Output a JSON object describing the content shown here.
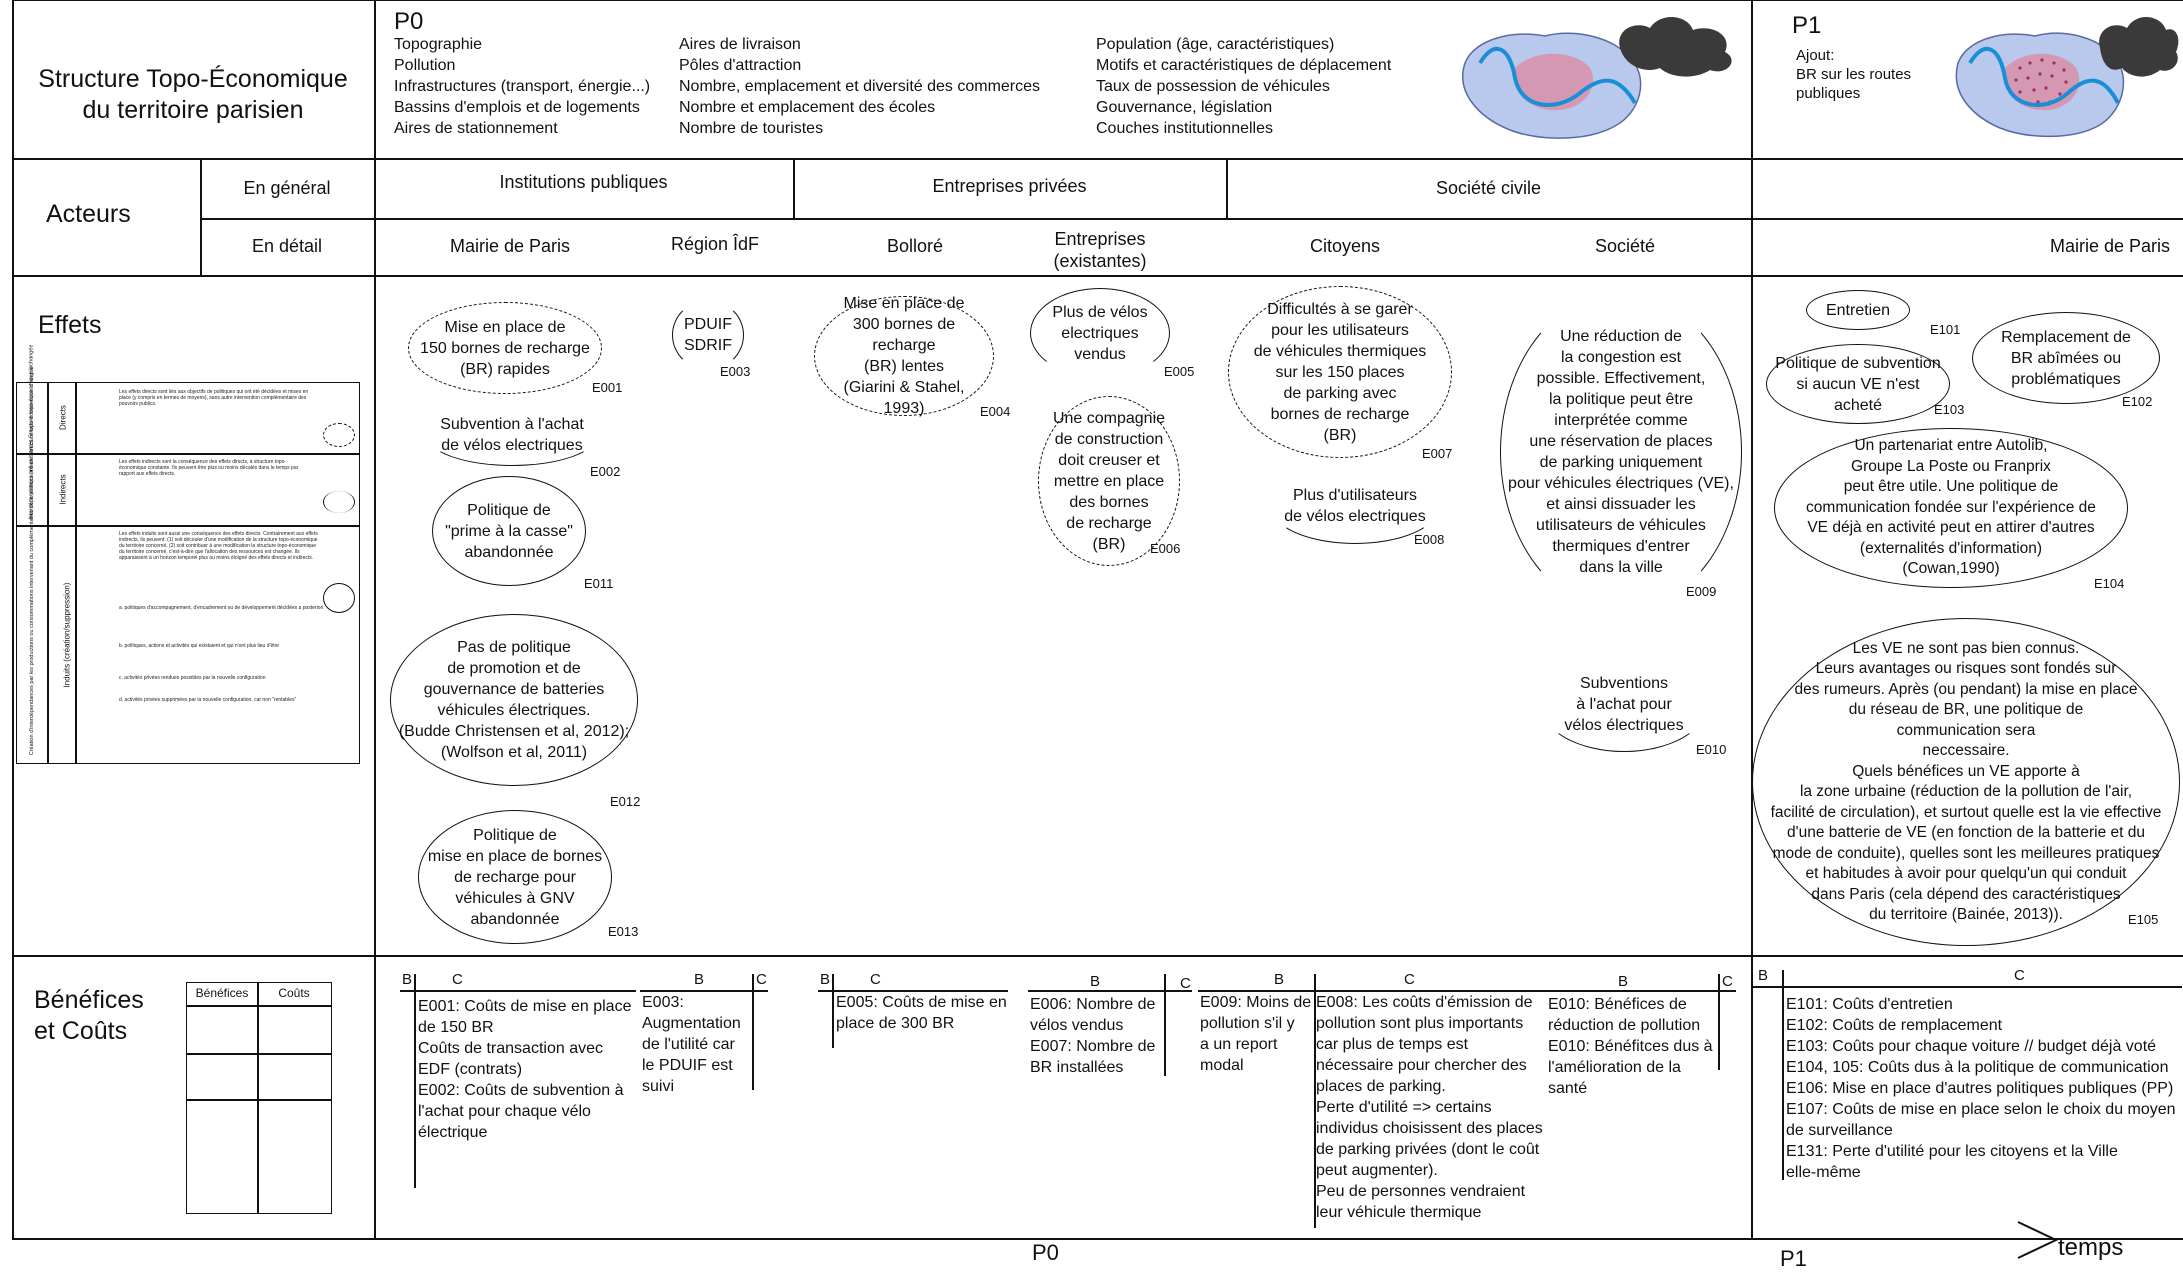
{
  "header": {
    "title_line1": "Structure Topo-Économique",
    "title_line2": "du territoire parisien",
    "p0": {
      "label": "P0",
      "col1": [
        "Topographie",
        "Pollution",
        "Infrastructures (transport, énergie...)",
        "Bassins d'emplois et de logements",
        "Aires de stationnement"
      ],
      "col2": [
        "Aires de livraison",
        "Pôles d'attraction",
        "Nombre, emplacement et diversité des commerces",
        "Nombre et emplacement des écoles",
        "Nombre de touristes"
      ],
      "col3": [
        "Population (âge, caractéristiques)",
        "Motifs et caractéristiques de déplacement",
        "Taux de possession de véhicules",
        "Gouvernance, législation",
        "Couches institutionnelles"
      ]
    },
    "p1": {
      "label": "P1",
      "lines": [
        "Ajout:",
        "BR sur les routes",
        "publiques"
      ]
    }
  },
  "acteurs": {
    "label": "Acteurs",
    "general_label": "En général",
    "detail_label": "En détail",
    "general": [
      "Institutions publiques",
      "Entreprises privées",
      "Société civile"
    ],
    "detail": [
      "Mairie de Paris",
      "Région ÎdF",
      "Bolloré",
      "Entreprises\n(existantes)",
      "Citoyens",
      "Société",
      "Mairie de Paris"
    ]
  },
  "effets": {
    "label": "Effets",
    "legend": {
      "directs": "Directs",
      "indirects": "Indirects",
      "induits": "Induits\n(création/suppression)",
      "outer1": "Interdépendances pré-existantes\nStructure topo-économique\ninchangée",
      "outer2": "Création d'interdépendances par les productions\nou consommations intervenant du\ncomplémentaires de la politique initiale\nStructure topo-économique changée",
      "text_directs": "Les effets directs sont liés aux objectifs de politiques qui ont été décidées et mises en place (y compris en termes de moyens), sans autre intervention complémentaire des pouvoirs publics.",
      "text_indirects": "Les effets indirects sont la conséquence des effets directs, à structure topo-économique constante. Ils peuvent être plus ou moins décalés dans le temps par rapport aux effets directs.",
      "text_induits": "Les effets induits sont aussi une conséquence des effets directs. Contrairement aux effets indirects, ils peuvent: (1) soit découler d'une modification de la structure topo-économique du territoire concerné, (2) soit contribuer à une modification la structure topo-économique du territoire concerné, c'est-à-dire que l'allocation des ressources est changée. Ils apparaissent à un horizon temporel plus ou moins éloigné des effets directs et indirects.",
      "text_a": "a. politiques d'accompagnement, d'encadrement ou de développement décidées a posteriori",
      "text_b": "b. politiques, actions et activités qui existaient et qui n'ont plus lieu d'être",
      "text_c": "c. activités privées rendues possibles par la nouvelle configuration",
      "text_d": "d. activités privées supprimées par la nouvelle configuration, car non \"rentables\""
    },
    "items": [
      {
        "code": "E001",
        "text": "Mise en place de\n150 bornes de recharge\n(BR) rapides"
      },
      {
        "code": "E002",
        "text": "Subvention à l'achat\nde vélos electriques"
      },
      {
        "code": "E011",
        "text": "Politique de\n\"prime à la casse\"\nabandonnée"
      },
      {
        "code": "E012",
        "text": "Pas de politique\nde promotion et de\ngouvernance de batteries\nvéhicules électriques.\n(Budde Christensen et al, 2012);\n(Wolfson et al, 2011)"
      },
      {
        "code": "E013",
        "text": "Politique de\nmise en place de bornes\nde recharge pour\nvéhicules à GNV\nabandonnée"
      },
      {
        "code": "E003",
        "text": "PDUIF\nSDRIF"
      },
      {
        "code": "E004",
        "text": "Mise en place de\n300 bornes de recharge\n(BR) lentes\n(Giarini & Stahel,\n1993)"
      },
      {
        "code": "E005",
        "text": "Plus de vélos\nelectriques\nvendus"
      },
      {
        "code": "E006",
        "text": "Une compagnie\nde construction\ndoit creuser et\nmettre en place\ndes bornes\nde recharge\n(BR)"
      },
      {
        "code": "E007",
        "text": "Difficultés à se garer\npour les utilisateurs\nde véhicules thermiques\nsur les 150 places\nde parking avec\nbornes de recharge\n(BR)"
      },
      {
        "code": "E008",
        "text": "Plus d'utilisateurs\nde vélos electriques"
      },
      {
        "code": "E009",
        "text": "Une réduction de\nla congestion est\npossible. Effectivement,\nla politique peut être\ninterprétée comme\nune réservation de places\nde parking uniquement\npour véhicules électriques (VE),\net ainsi dissuader les\nutilisateurs de véhicules\nthermiques d'entrer\ndans la ville"
      },
      {
        "code": "E010",
        "text": "Subventions\nà l'achat pour\nvélos électriques"
      },
      {
        "code": "E101",
        "text": "Entretien"
      },
      {
        "code": "E102",
        "text": "Remplacement de\nBR abîmées ou\nproblématiques"
      },
      {
        "code": "E103",
        "text": "Politique de subvention\nsi aucun VE n'est\nacheté"
      },
      {
        "code": "E104",
        "text": "Un partenariat entre Autolib,\nGroupe La Poste ou Franprix\npeut être utile. Une politique de\ncommunication fondée sur l'expérience de\nVE déjà en activité peut en attirer d'autres\n(externalités d'information)\n(Cowan,1990)"
      },
      {
        "code": "E105",
        "text": "Les VE ne sont pas bien connus.\nLeurs avantages ou risques sont fondés sur\ndes rumeurs.  Après (ou pendant) la mise en place\ndu réseau de BR, une politique de\ncommunication sera\nneccessaire.\nQuels bénéfices un VE apporte à\nla zone urbaine (réduction de la pollution de l'air,\nfacilité de circulation), et surtout quelle est la vie effective\nd'une batterie de VE (en fonction de la batterie et du\nmode de conduite), quelles sont les meilleures pratiques\net habitudes à avoir pour quelqu'un qui conduit\ndans Paris (cela dépend des caractéristiques\ndu territoire  (Bainée, 2013))."
      }
    ]
  },
  "benefices": {
    "label": "Bénéfices\net Coûts",
    "table_b": "Bénéfices",
    "table_c": "Coûts",
    "B": "B",
    "C": "C",
    "c_mairie": "E001: Coûts de mise en place\nde 150 BR\nCoûts de transaction avec\nEDF (contrats)\nE002: Coûts de subvention à\nl'achat pour chaque vélo\nélectrique",
    "b_region": "E003:\nAugmentation\nde l'utilité car\nle PDUIF est\nsuivi",
    "c_bollore": "E005: Coûts de mise en\nplace de 300 BR",
    "b_entreprises": "E006: Nombre de\nvélos vendus\nE007: Nombre de\nBR installées",
    "b_citoyens": "E009: Moins de\npollution s'il y\na un report\nmodal",
    "c_citoyens": "E008: Les coûts d'émission de\npollution sont plus importants\ncar plus de temps est\nnécessaire pour chercher des\nplaces de parking.\nPerte d'utilité => certains\nindividus choisissent des places\nde parking privées (dont le coût\npeut augmenter).\nPeu de personnes vendraient\nleur véhicule thermique",
    "b_societe": "E010: Bénéfices de\nréduction de pollution\nE010: Bénéfitces dus à\nl'amélioration de la\nsanté",
    "c_p1": "E101: Coûts d'entretien\nE102: Coûts de remplacement\nE103: Coûts pour chaque voiture // budget déjà voté\nE104, 105: Coûts dus à la politique de communication\nE106: Mise en place d'autres politiques publiques (PP)\nE107: Coûts de mise en place selon le choix du moyen\nde surveillance\nE131: Perte d'utilité pour les citoyens et la Ville\nelle-même"
  },
  "timeline": {
    "p0": "P0",
    "p1": "P1",
    "time_label": "temps"
  }
}
